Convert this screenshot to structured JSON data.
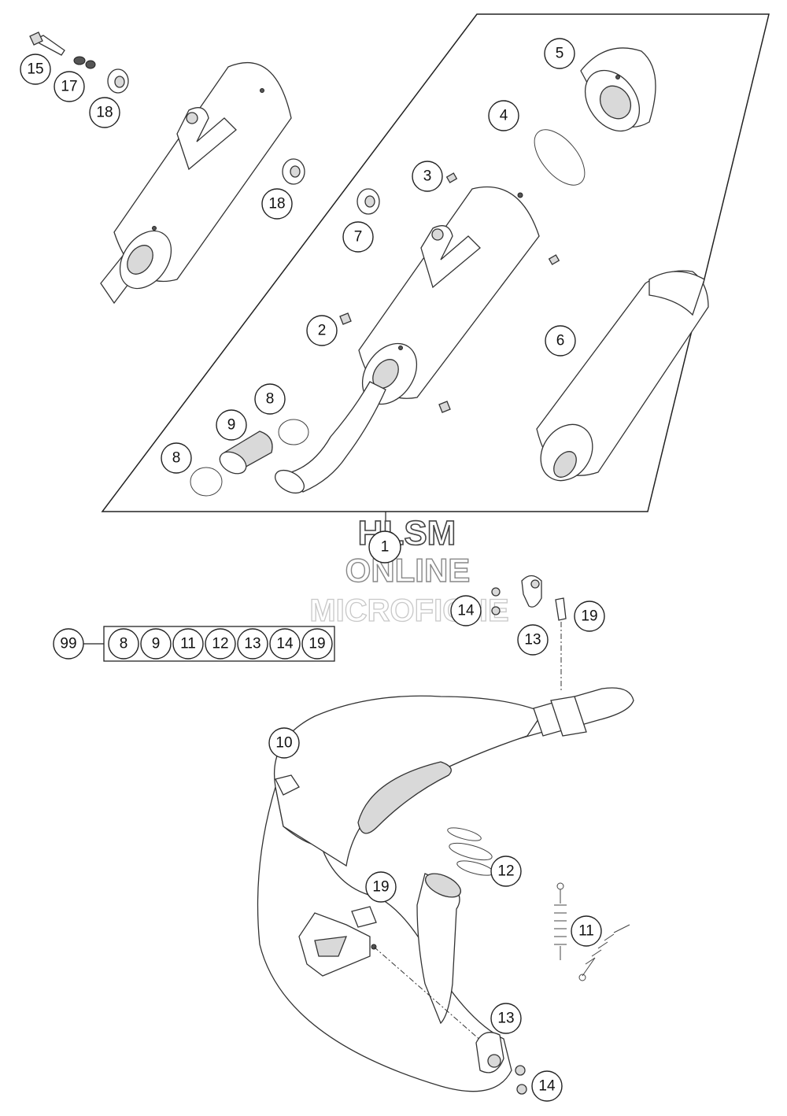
{
  "watermark": {
    "line1": "HLSM",
    "line2": "ONLINE",
    "line3": "MICROFICHE"
  },
  "callouts": {
    "c15": "15",
    "c17": "17",
    "c18a": "18",
    "c18b": "18",
    "c5": "5",
    "c4": "4",
    "c3": "3",
    "c7": "7",
    "c2": "2",
    "c6": "6",
    "c8a": "8",
    "c8b": "8",
    "c9": "9",
    "c1": "1",
    "c14a": "14",
    "c13a": "13",
    "c19a": "19",
    "c10": "10",
    "c12": "12",
    "c19b": "19",
    "c11": "11",
    "c13b": "13",
    "c14b": "14"
  },
  "kit": {
    "id": "99",
    "items": [
      "8",
      "9",
      "11",
      "12",
      "13",
      "14",
      "19"
    ]
  }
}
